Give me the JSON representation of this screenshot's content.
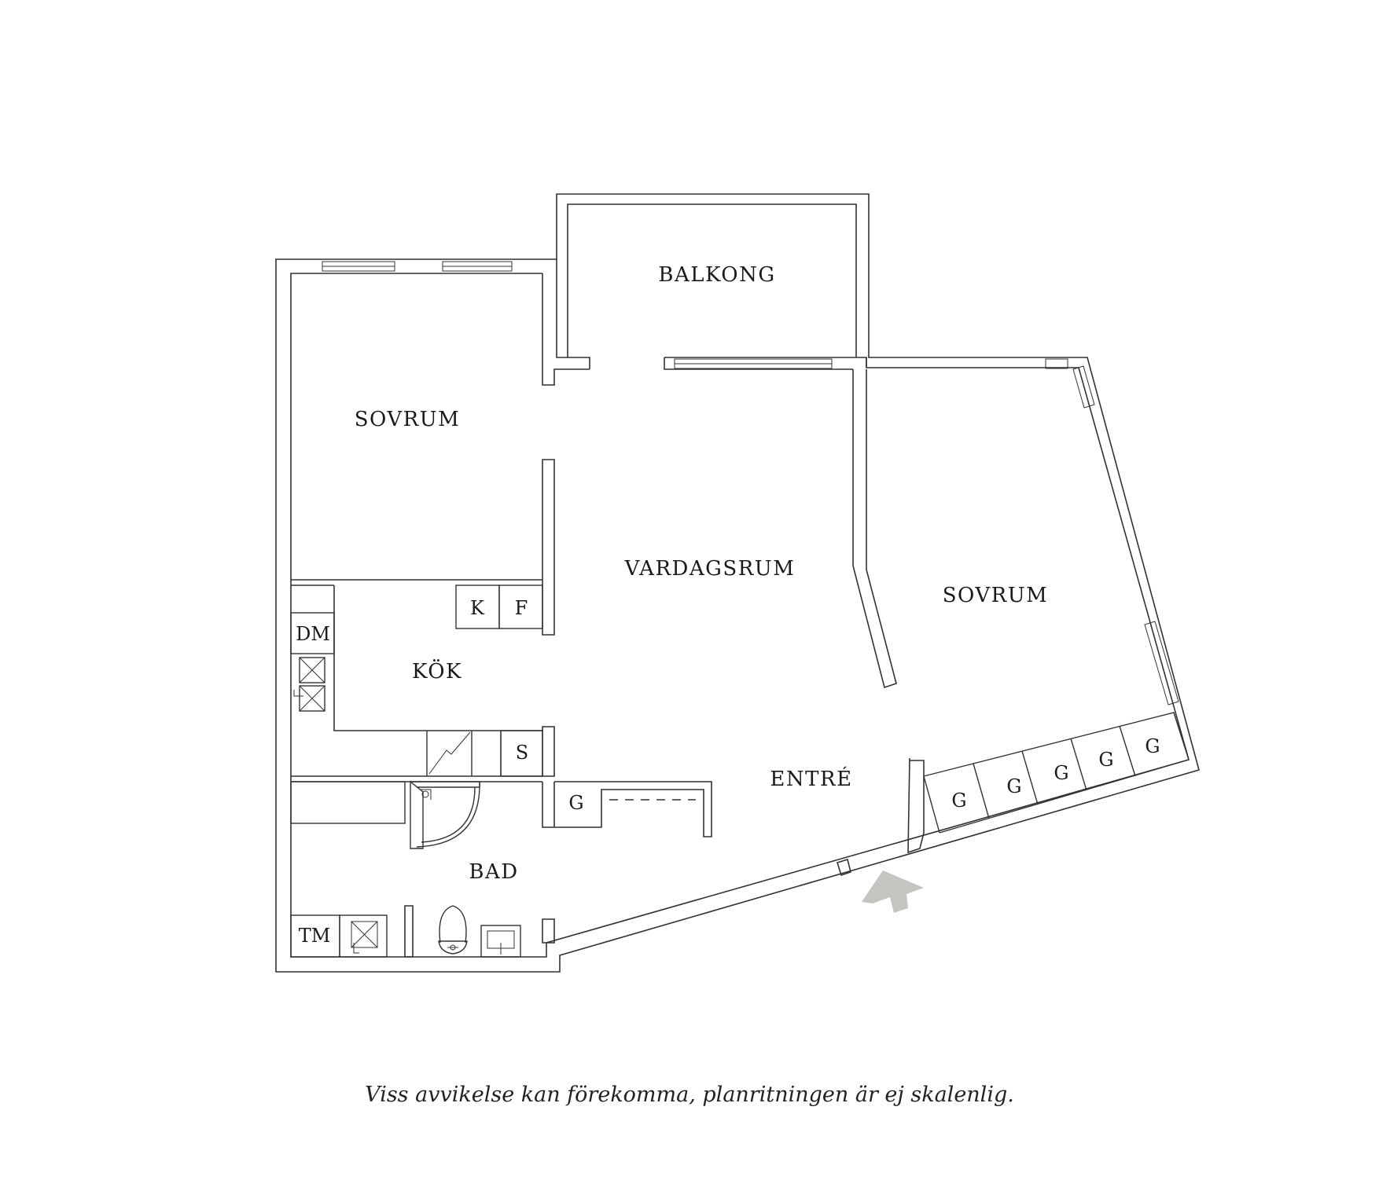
{
  "rooms": {
    "balkong": "BALKONG",
    "sovrum_left": "SOVRUM",
    "vardagsrum": "VARDAGSRUM",
    "sovrum_right": "SOVRUM",
    "kok": "KÖK",
    "entre": "ENTRÉ",
    "bad": "BAD"
  },
  "fixtures": {
    "k": "K",
    "f": "F",
    "dm": "DM",
    "s": "S",
    "g": "G",
    "tm": "TM",
    "wardrobes": [
      "G",
      "G",
      "G",
      "G",
      "G"
    ]
  },
  "icons": {
    "entrance": "entrance-arrow-icon",
    "hob": "hob-icon",
    "shower": "shower-icon",
    "toilet": "toilet-icon",
    "sink": "sink-icon",
    "stairs": "stairs-icon"
  },
  "colors": {
    "wall": "#333333",
    "entrance_arrow": "#c4c4c0"
  },
  "disclaimer": "Viss avvikelse kan förekomma, planritningen är ej skalenlig."
}
